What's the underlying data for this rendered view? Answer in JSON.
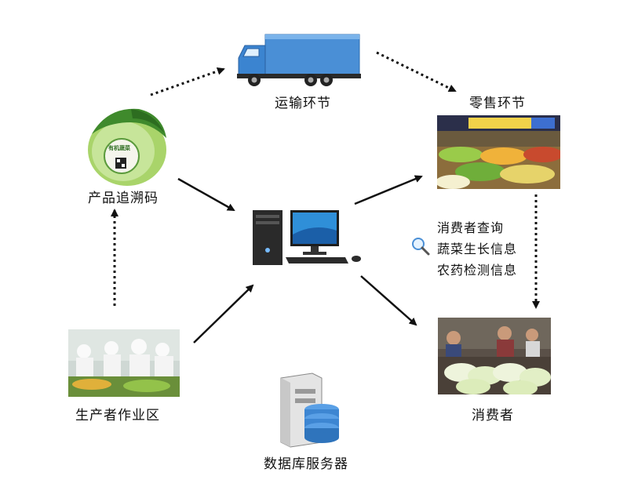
{
  "nodes": {
    "transport": "运输环节",
    "retail": "零售环节",
    "trace_code": "产品追溯码",
    "producer": "生产者作业区",
    "consumer": "消费者",
    "database": "数据库服务器"
  },
  "cabbage_label": {
    "line1": "有机蔬菜"
  },
  "query_panel": {
    "items": [
      "消费者查询",
      "蔬菜生长信息",
      "农药检测信息"
    ]
  }
}
